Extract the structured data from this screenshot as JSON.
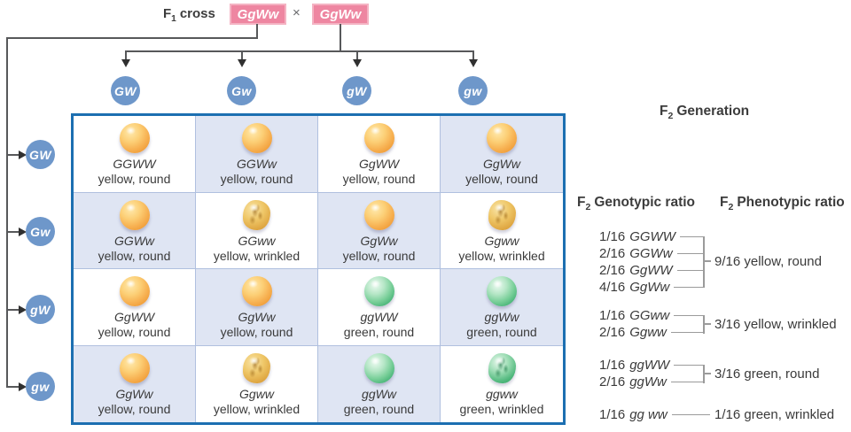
{
  "f1_cross": {
    "label_f": "F",
    "label_sub": "1",
    "label_rest": "cross",
    "parent1": "GgWw",
    "times": "×",
    "parent2": "GgWw"
  },
  "gametes": {
    "columns": [
      "GW",
      "Gw",
      "gW",
      "gw"
    ],
    "rows": [
      "GW",
      "Gw",
      "gW",
      "gw"
    ]
  },
  "grid": {
    "cells": [
      {
        "genotype": "GGWW",
        "phenotype": "yellow, round",
        "pea": "yellow-round"
      },
      {
        "genotype": "GGWw",
        "phenotype": "yellow, round",
        "pea": "yellow-round"
      },
      {
        "genotype": "GgWW",
        "phenotype": "yellow, round",
        "pea": "yellow-round"
      },
      {
        "genotype": "GgWw",
        "phenotype": "yellow, round",
        "pea": "yellow-round"
      },
      {
        "genotype": "GGWw",
        "phenotype": "yellow, round",
        "pea": "yellow-round"
      },
      {
        "genotype": "GGww",
        "phenotype": "yellow, wrinkled",
        "pea": "yellow-wrinkled"
      },
      {
        "genotype": "GgWw",
        "phenotype": "yellow, round",
        "pea": "yellow-round"
      },
      {
        "genotype": "Ggww",
        "phenotype": "yellow, wrinkled",
        "pea": "yellow-wrinkled"
      },
      {
        "genotype": "GgWW",
        "phenotype": "yellow, round",
        "pea": "yellow-round"
      },
      {
        "genotype": "GgWw",
        "phenotype": "yellow, round",
        "pea": "yellow-round"
      },
      {
        "genotype": "ggWW",
        "phenotype": "green, round",
        "pea": "green-round"
      },
      {
        "genotype": "ggWw",
        "phenotype": "green, round",
        "pea": "green-round"
      },
      {
        "genotype": "GgWw",
        "phenotype": "yellow, round",
        "pea": "yellow-round"
      },
      {
        "genotype": "Ggww",
        "phenotype": "yellow, wrinkled",
        "pea": "yellow-wrinkled"
      },
      {
        "genotype": "ggWw",
        "phenotype": "green, round",
        "pea": "green-round"
      },
      {
        "genotype": "ggww",
        "phenotype": "green, wrinkled",
        "pea": "green-wrinkled"
      }
    ]
  },
  "f2": {
    "title_f": "F",
    "title_sub": "2",
    "title_rest": "Generation",
    "genotypic_f": "F",
    "genotypic_sub": "2",
    "genotypic_rest": "Genotypic ratio",
    "phenotypic_f": "F",
    "phenotypic_sub": "2",
    "phenotypic_rest": "Phenotypic ratio"
  },
  "ratios": {
    "groups": [
      {
        "items": [
          {
            "frac": "1/16",
            "genotype": "GGWW"
          },
          {
            "frac": "2/16",
            "genotype": "GGWw"
          },
          {
            "frac": "2/16",
            "genotype": "GgWW"
          },
          {
            "frac": "4/16",
            "genotype": "GgWw"
          }
        ],
        "phenotype": "9/16 yellow, round"
      },
      {
        "items": [
          {
            "frac": "1/16",
            "genotype": "GGww"
          },
          {
            "frac": "2/16",
            "genotype": "Ggww"
          }
        ],
        "phenotype": "3/16 yellow, wrinkled"
      },
      {
        "items": [
          {
            "frac": "1/16",
            "genotype": "ggWW"
          },
          {
            "frac": "2/16",
            "genotype": "ggWw"
          }
        ],
        "phenotype": "3/16 green, round"
      },
      {
        "items": [
          {
            "frac": "1/16",
            "genotype": "gg ww"
          }
        ],
        "phenotype": "1/16 green, wrinkled"
      }
    ]
  },
  "colors": {
    "parent_box_pink": "#ee86a1",
    "parent_box_border": "#f4b3c3",
    "gamete_blue": "#6e97ca",
    "table_border_blue": "#1c6fb1",
    "cell_alt_background": "#dfe5f3",
    "wire_gray": "#57585a",
    "pea_yellow": "#ef9c38",
    "pea_green": "#44b275"
  }
}
